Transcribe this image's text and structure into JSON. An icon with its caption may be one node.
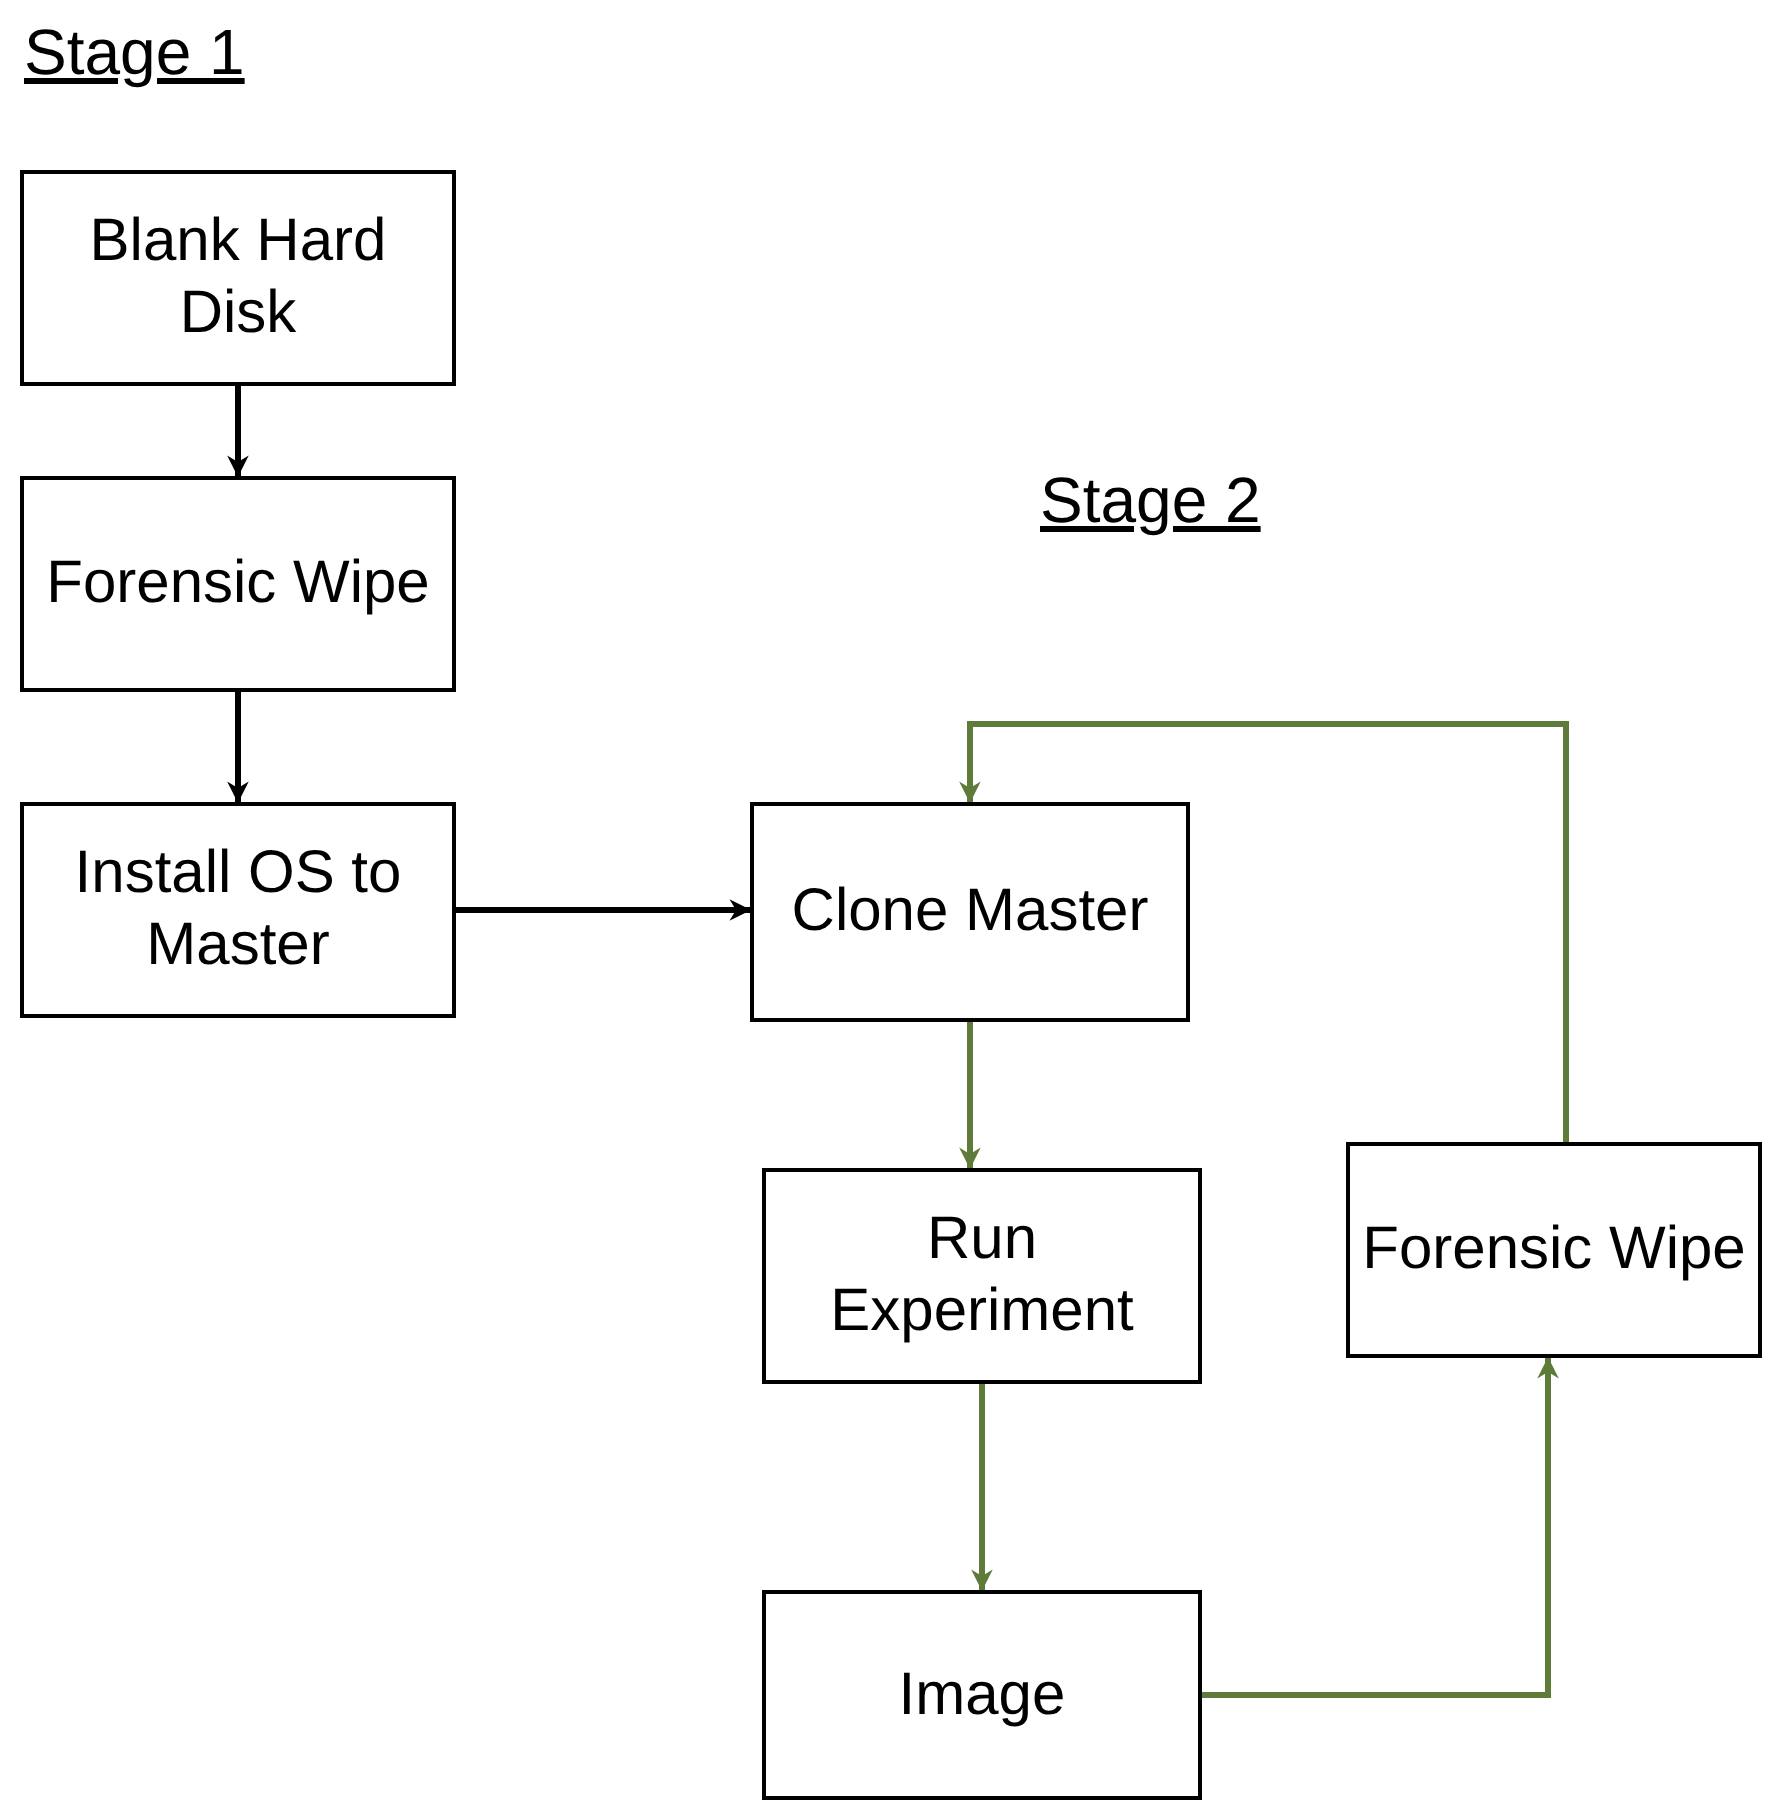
{
  "diagram": {
    "nodes": [
      {
        "text": [
          "Blank Hard Disk"
        ]
      },
      {
        "text": [
          "Forensic Wipe"
        ]
      },
      {
        "text": [
          "Install OS to Master"
        ]
      },
      {
        "text": [
          "Clone Master"
        ]
      },
      {
        "text": [
          "Run Experiment"
        ]
      },
      {
        "text": [
          "Forensic Wipe"
        ]
      },
      {
        "text": [
          "Image"
        ]
      }
    ],
    "edges": [
      {
        "from": 0,
        "to": 1,
        "arrow": "to",
        "color": "#000000"
      },
      {
        "from": 1,
        "to": 2,
        "arrow": "to",
        "color": "#000000"
      },
      {
        "from": 2,
        "to": 3,
        "arrow": "to",
        "color": "#000000"
      },
      {
        "from": 3,
        "to": 4,
        "arrow": "to"
      },
      {
        "from": 4,
        "to": 6,
        "arrow": "to"
      },
      {
        "from": 6,
        "to": 5,
        "arrow": "to"
      },
      {
        "from": 5,
        "to": 3,
        "arrow": "to"
      }
    ],
    "labels": [
      "Stage 1",
      "Stage 2"
    ]
  }
}
